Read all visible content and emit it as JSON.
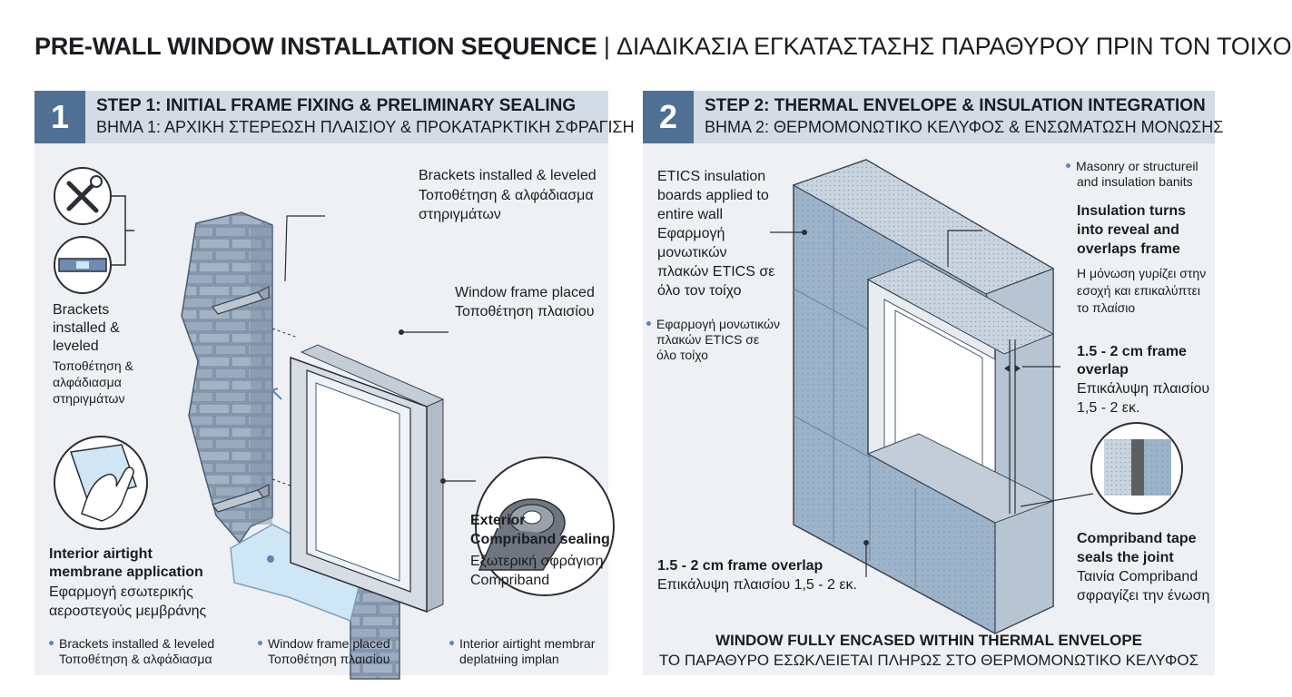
{
  "title": {
    "en": "PRE-WALL WINDOW INSTALLATION SEQUENCE",
    "sep": " | ",
    "gr": "ΔΙΑΔΙΚΑΣΙΑ ΕΓΚΑΤΑΣΤΑΣΗΣ ΠΑΡΑΘΥΡΟΥ ΠΡΙΝ ΤΟΝ ΤΟΙΧΟ"
  },
  "step1": {
    "number": "1",
    "title_en": "STEP 1: INITIAL FRAME FIXING & PRELIMINARY SEALING",
    "title_gr": "ΒΗΜΑ 1: ΑΡΧΙΚΗ ΣΤΕΡΕΩΣΗ ΠΛΑΙΣΙΟΥ & ΠΡΟΚΑΤΑΡΚΤΙΚΗ ΣΦΡΑΓΙΣΗ",
    "callout_brackets": {
      "en": "Brackets installed & leveled",
      "gr1": "Τοποθέτηση & αλφάδιασμα",
      "gr2": "στηριγμάτων"
    },
    "callout_frame": {
      "en": "Window frame placed",
      "gr": "Τοποθέτηση πλαισίου"
    },
    "left_brackets": {
      "l1": "Brackets",
      "l2": "installed &",
      "l3": "leveled",
      "g1": "Τοποθέτηση &",
      "g2": "αλφάδιασμα",
      "g3": "στηριγμάτων"
    },
    "exterior": {
      "en1": "Exterior",
      "en2": "Compriband sealing",
      "gr1": "Εξωτερική σφράγιση",
      "gr2": "Compriband"
    },
    "interior": {
      "en1": "Interior airtight",
      "en2": "membrane application",
      "gr1": "Εφαρμογή εσωτερικής",
      "gr2": "αεροστεγούς μεμβράνης"
    },
    "legend": [
      {
        "l1": "Brackets installed & leveled",
        "l2": "Τοποθέτηση & αλφάδιασμα"
      },
      {
        "l1": "Window frame placed",
        "l2": "Τοποθέτηση πλαισίου"
      },
      {
        "l1": "Interior airtight membrar",
        "l2": "deplatнing implan"
      }
    ]
  },
  "step2": {
    "number": "2",
    "title_en": "STEP 2: THERMAL ENVELOPE & INSULATION INTEGRATION",
    "title_gr": "ΒΗΜΑ 2: ΘΕΡΜΟΜΟΝΩΤΙΚΟ ΚΕΛΥΦΟΣ & ΕΝΣΩΜΑΤΩΣΗ ΜΟΝΩΣΗΣ",
    "etics": [
      "ETICS insulation",
      "boards applied to",
      "entire wall",
      "Εφαρμογή",
      "μονωτικών",
      "πλακών ETICS σε",
      "όλο τον τοίχο"
    ],
    "etics_note": [
      "Εφαρμογή μονωτικών",
      "πλακών ETICS σε",
      "όλο τοίχο"
    ],
    "masonry_note": [
      "Masonry or structureil",
      "and insulation banits"
    ],
    "turns": {
      "en1": "Insulation turns",
      "en2": "into reveal and",
      "en3": "overlaps frame",
      "gr1": "Η μόνωση γυρίζει στην",
      "gr2": "εσοχή και επικαλύπτει",
      "gr3": "το πλαίσιο"
    },
    "overlap_right": {
      "en1": "1.5 - 2 cm frame",
      "en2": "overlap",
      "gr1": "Επικάλυψη πλαισίου",
      "gr2": "1,5 - 2 εκ."
    },
    "overlap_bottom": {
      "en": "1.5 - 2 cm frame overlap",
      "gr": "Επικάλυψη πλαισίου 1,5 - 2 εκ."
    },
    "tape": {
      "en1": "Compriband tape",
      "en2": "seals the joint",
      "gr1": "Ταινία Compriband",
      "gr2": "σφραγίζει την ένωση"
    },
    "footer_en": "WINDOW FULLY ENCASED WITHIN THERMAL ENVELOPE",
    "footer_gr": "ΤΟ ΠΑΡΑΘΥΡΟ ΕΣΩΚΛΕΙΕΤΑΙ ΠΛΗΡΩΣ ΣΤΟ ΘΕΡΜΟΜΟΝΩΤΙΚΟ ΚΕΛΥΦΟΣ"
  },
  "colors": {
    "accent": "#4f6f93",
    "header": "#d3dbe6",
    "panel": "#eef0f4",
    "brick": "#8fa1b6",
    "insulation": "#9bb1c7",
    "membrane": "#cfe6f7",
    "bullet": "#5d86b1"
  }
}
